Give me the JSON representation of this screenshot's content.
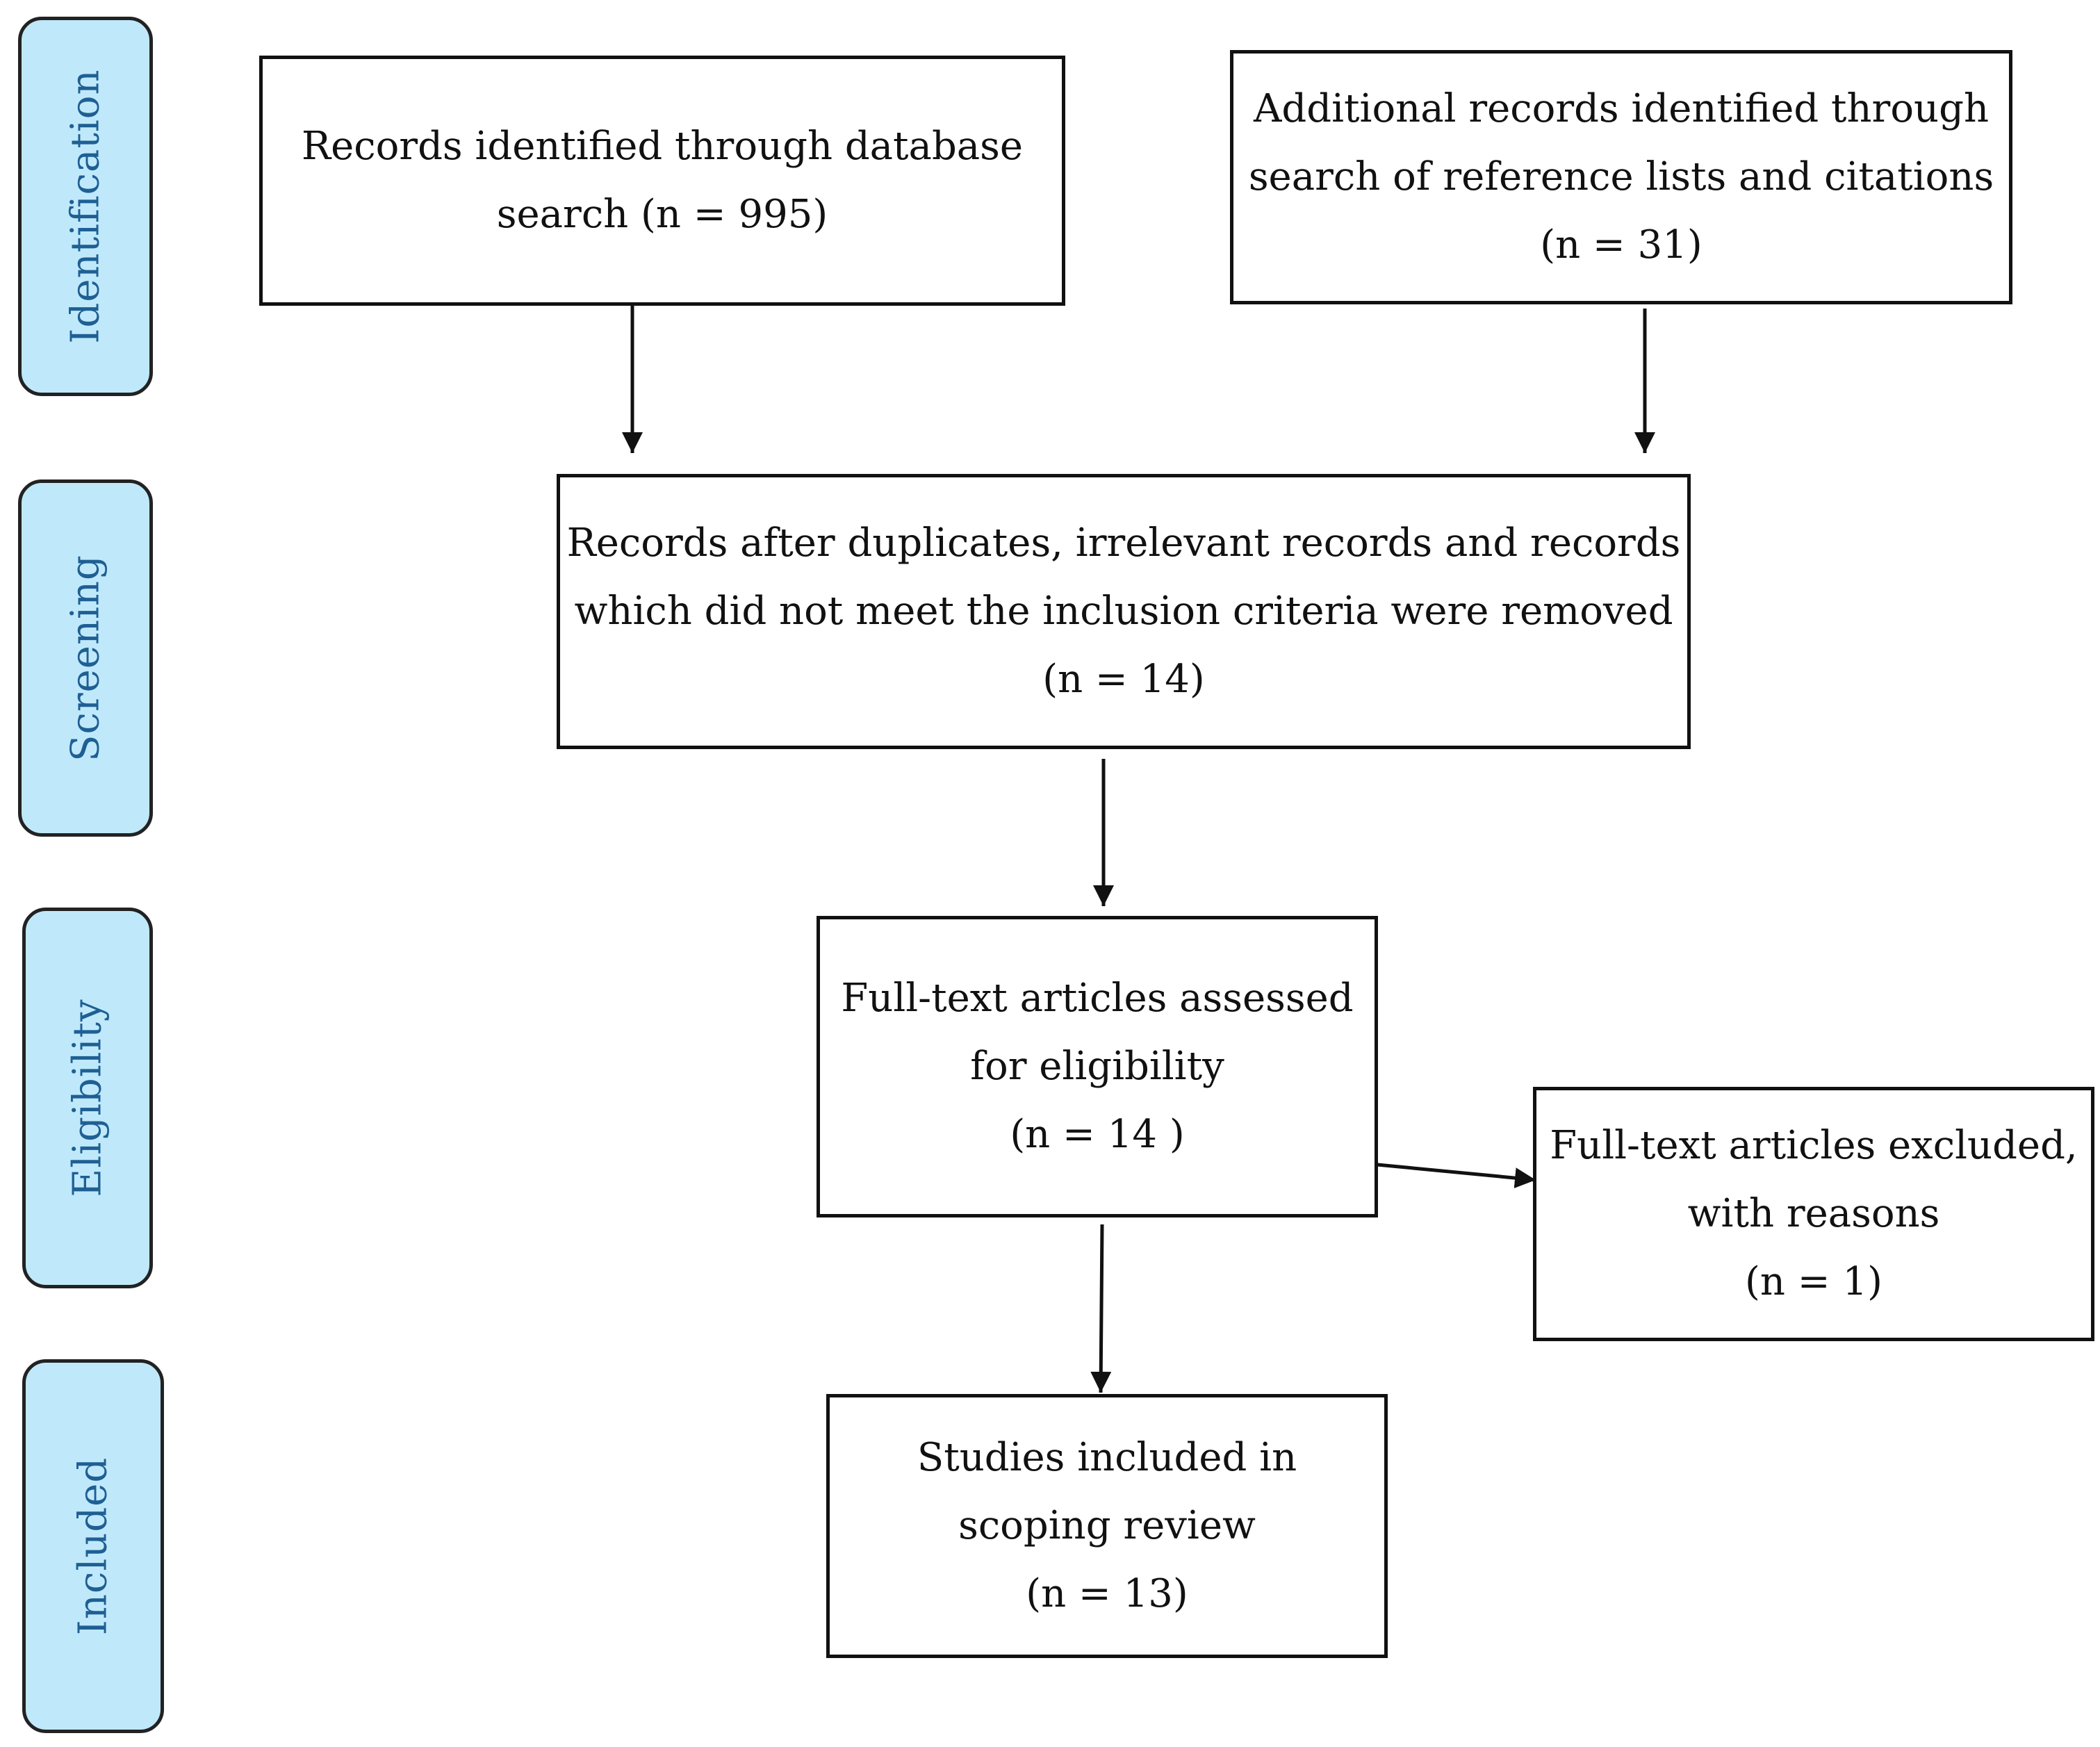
{
  "stages": [
    {
      "id": "identification",
      "label": "Identification"
    },
    {
      "id": "screening",
      "label": "Screening"
    },
    {
      "id": "eligibility",
      "label": "Eligibility"
    },
    {
      "id": "included",
      "label": "Included"
    }
  ],
  "boxes": {
    "database_search": {
      "lines": [
        "Records identified through database",
        "search (n = 995)"
      ]
    },
    "additional_records": {
      "lines": [
        "Additional records identified through",
        "search of reference lists and citations",
        "(n = 31)"
      ]
    },
    "screened": {
      "lines": [
        "Records after duplicates, irrelevant records and records",
        "which did not meet the inclusion criteria were removed",
        "(n = 14)"
      ]
    },
    "full_text_assessed": {
      "lines": [
        "Full-text articles assessed",
        "for eligibility",
        "(n = 14 )"
      ]
    },
    "full_text_excluded": {
      "lines": [
        "Full-text articles excluded,",
        "with reasons",
        "(n = 1)"
      ]
    },
    "included_studies": {
      "lines": [
        "Studies included in",
        "scoping review",
        "(n = 13)"
      ]
    }
  },
  "colors": {
    "stage_fill": "#bfe9fb",
    "stage_text": "#1f5f93",
    "stroke": "#111111"
  }
}
